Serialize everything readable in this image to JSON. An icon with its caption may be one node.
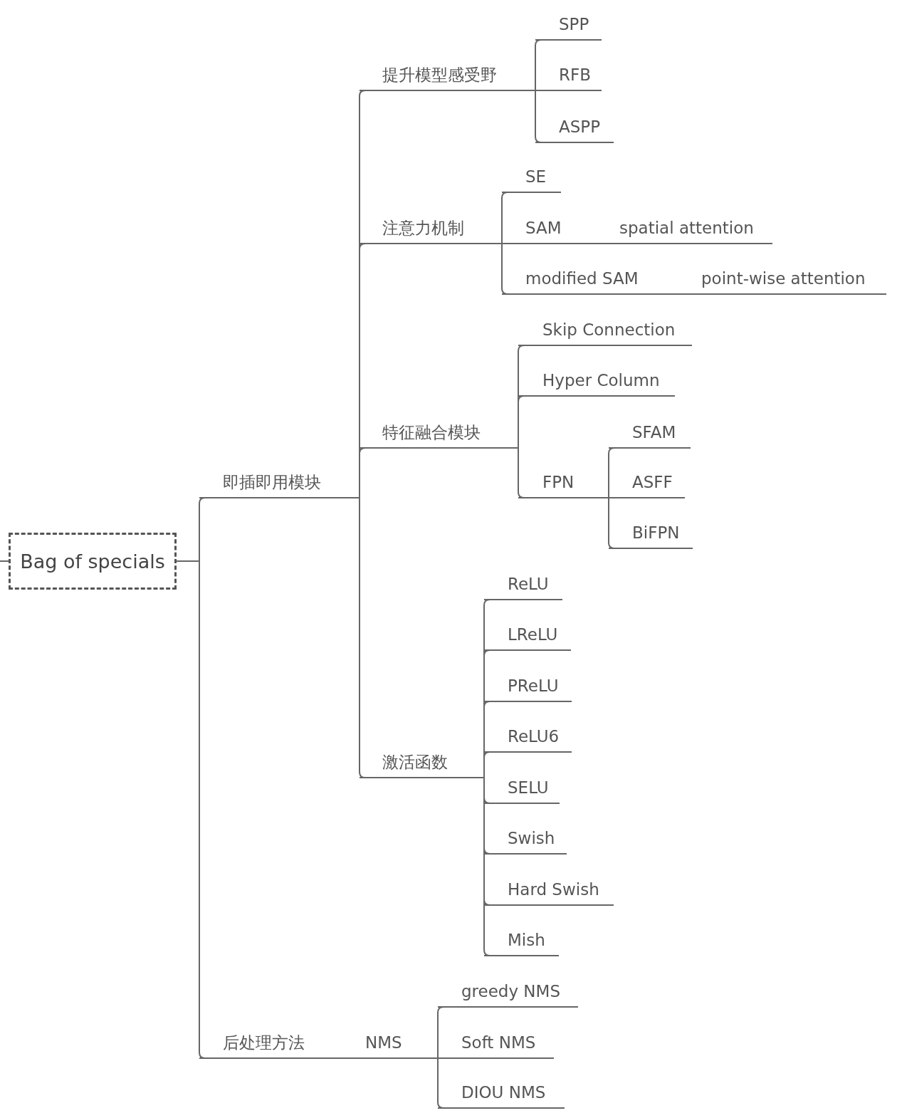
{
  "diagram": {
    "nodes": [
      {
        "text": [
          "Bag of specials"
        ]
      },
      {
        "text": [
          "即插即用模块"
        ]
      },
      {
        "text": [
          "提升模型感受野"
        ]
      },
      {
        "text": [
          "SPP"
        ]
      },
      {
        "text": [
          "RFB"
        ]
      },
      {
        "text": [
          "ASPP"
        ]
      },
      {
        "text": [
          "注意力机制"
        ]
      },
      {
        "text": [
          "SE"
        ]
      },
      {
        "text": [
          "SAM"
        ]
      },
      {
        "text": [
          "spatial attention"
        ]
      },
      {
        "text": [
          "modified SAM"
        ]
      },
      {
        "text": [
          "point-wise attention"
        ]
      },
      {
        "text": [
          "特征融合模块"
        ]
      },
      {
        "text": [
          "Skip Connection"
        ]
      },
      {
        "text": [
          "Hyper Column"
        ]
      },
      {
        "text": [
          "FPN"
        ]
      },
      {
        "text": [
          "SFAM"
        ]
      },
      {
        "text": [
          "ASFF"
        ]
      },
      {
        "text": [
          "BiFPN"
        ]
      },
      {
        "text": [
          "激活函数"
        ]
      },
      {
        "text": [
          "ReLU"
        ]
      },
      {
        "text": [
          "LReLU"
        ]
      },
      {
        "text": [
          "PReLU"
        ]
      },
      {
        "text": [
          "ReLU6"
        ]
      },
      {
        "text": [
          "SELU"
        ]
      },
      {
        "text": [
          "Swish"
        ]
      },
      {
        "text": [
          "Hard Swish"
        ]
      },
      {
        "text": [
          "Mish"
        ]
      },
      {
        "text": [
          "后处理方法"
        ]
      },
      {
        "text": [
          "NMS"
        ]
      },
      {
        "text": [
          "greedy NMS"
        ]
      },
      {
        "text": [
          "Soft NMS"
        ]
      },
      {
        "text": [
          "DIOU NMS"
        ]
      }
    ],
    "edges": [
      {
        "from": 0,
        "to": 1,
        "arrow": "none"
      },
      {
        "from": 0,
        "to": 28,
        "arrow": "none"
      },
      {
        "from": 1,
        "to": 2,
        "arrow": "none"
      },
      {
        "from": 1,
        "to": 6,
        "arrow": "none"
      },
      {
        "from": 1,
        "to": 12,
        "arrow": "none"
      },
      {
        "from": 1,
        "to": 19,
        "arrow": "none"
      },
      {
        "from": 2,
        "to": 3,
        "arrow": "none"
      },
      {
        "from": 2,
        "to": 4,
        "arrow": "none"
      },
      {
        "from": 2,
        "to": 5,
        "arrow": "none"
      },
      {
        "from": 6,
        "to": 7,
        "arrow": "none"
      },
      {
        "from": 6,
        "to": 8,
        "arrow": "none"
      },
      {
        "from": 6,
        "to": 10,
        "arrow": "none"
      },
      {
        "from": 8,
        "to": 9,
        "arrow": "none"
      },
      {
        "from": 10,
        "to": 11,
        "arrow": "none"
      },
      {
        "from": 12,
        "to": 13,
        "arrow": "none"
      },
      {
        "from": 12,
        "to": 14,
        "arrow": "none"
      },
      {
        "from": 12,
        "to": 15,
        "arrow": "none"
      },
      {
        "from": 15,
        "to": 16,
        "arrow": "none"
      },
      {
        "from": 15,
        "to": 17,
        "arrow": "none"
      },
      {
        "from": 15,
        "to": 18,
        "arrow": "none"
      },
      {
        "from": 19,
        "to": 20,
        "arrow": "none"
      },
      {
        "from": 19,
        "to": 21,
        "arrow": "none"
      },
      {
        "from": 19,
        "to": 22,
        "arrow": "none"
      },
      {
        "from": 19,
        "to": 23,
        "arrow": "none"
      },
      {
        "from": 19,
        "to": 24,
        "arrow": "none"
      },
      {
        "from": 19,
        "to": 25,
        "arrow": "none"
      },
      {
        "from": 19,
        "to": 26,
        "arrow": "none"
      },
      {
        "from": 19,
        "to": 27,
        "arrow": "none"
      },
      {
        "from": 28,
        "to": 29,
        "arrow": "none"
      },
      {
        "from": 29,
        "to": 30,
        "arrow": "none"
      },
      {
        "from": 29,
        "to": 31,
        "arrow": "none"
      },
      {
        "from": 29,
        "to": 32,
        "arrow": "none"
      },
      {
        "from": null,
        "to": 0,
        "arrow": "none"
      }
    ]
  }
}
